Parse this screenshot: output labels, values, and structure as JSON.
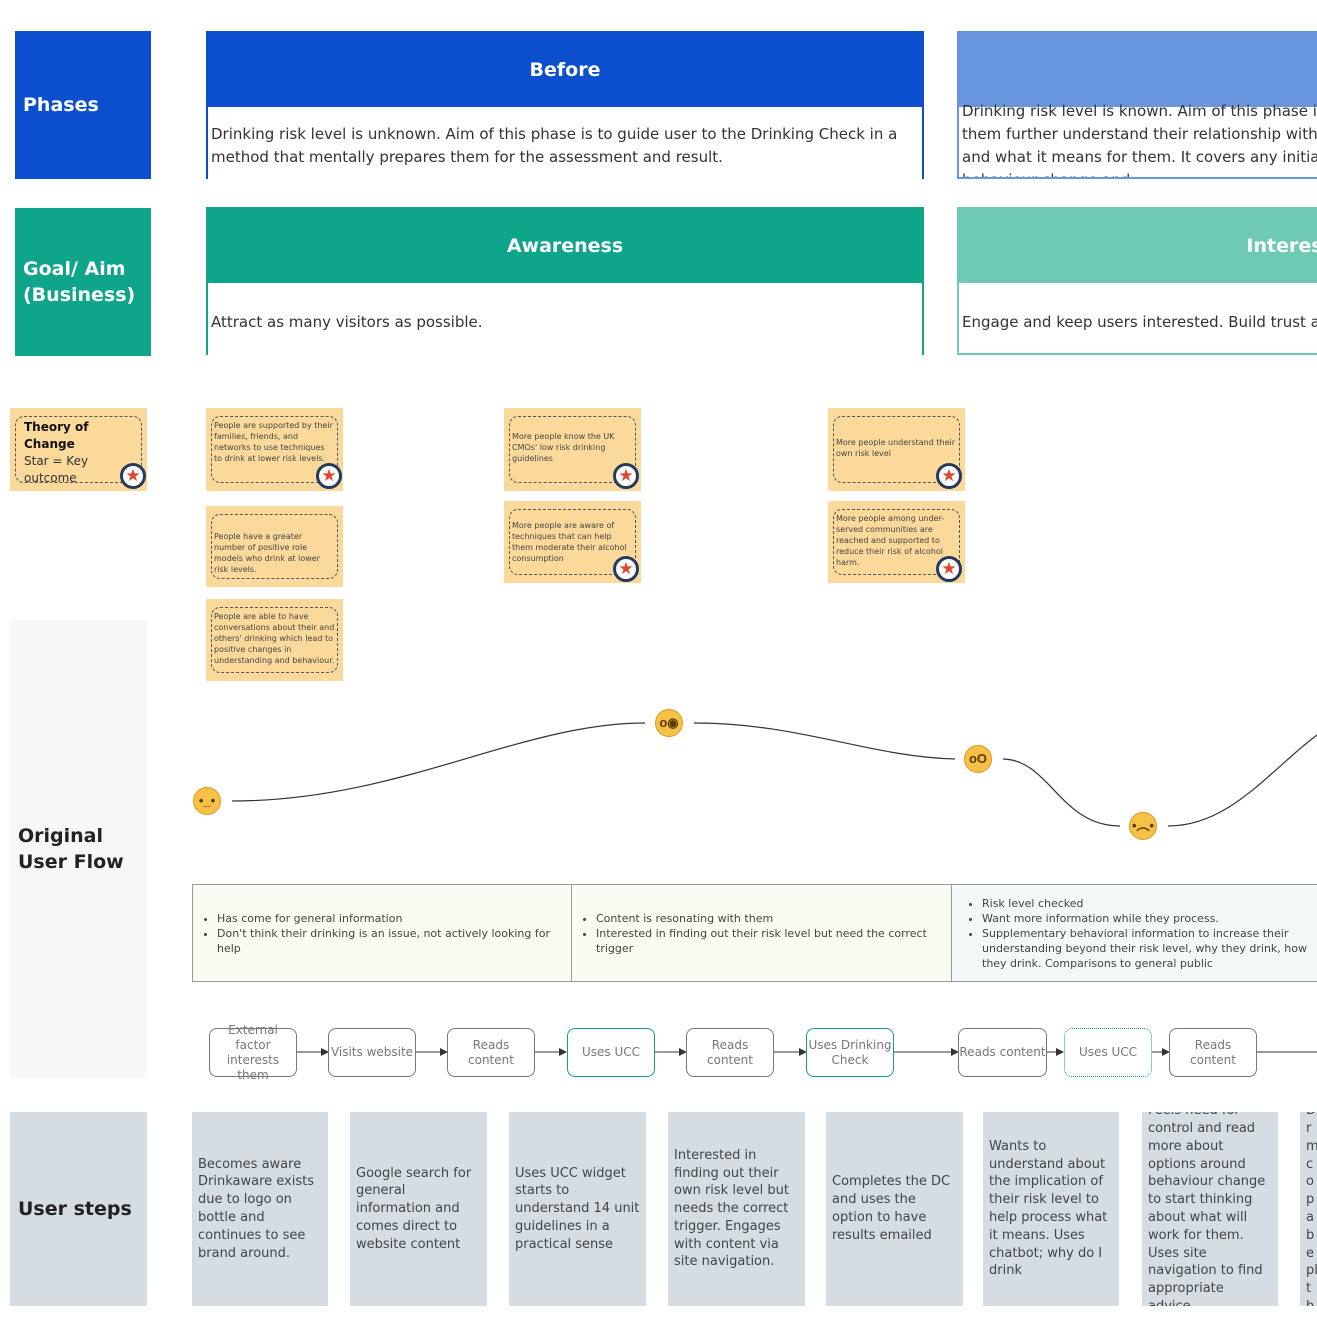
{
  "rows": {
    "phases_label": "Phases",
    "goal_label_line1": "Goal/ Aim",
    "goal_label_line2": "(Business)",
    "flow_label_line1": "Original",
    "flow_label_line2": "User Flow",
    "steps_label": "User steps"
  },
  "phases": [
    {
      "title": "Before",
      "description": "Drinking risk level is unknown. Aim of this phase is to guide user to the Drinking Check in a method that mentally prepares them for the assessment and result."
    },
    {
      "title": "",
      "description": "Drinking risk level is known. Aim of this phase is to help them further understand their relationship with alcohol and what it means for them. It covers any initial behaviour change and"
    }
  ],
  "goals": [
    {
      "title": "Awareness",
      "description": "Attract as many visitors as possible."
    },
    {
      "title": "Interest",
      "description": "Engage and keep users interested. Build trust and"
    }
  ],
  "theory": {
    "title": "Theory of Change",
    "subtitle": "Star = Key outcome"
  },
  "stickies": [
    "People are supported by their families, friends, and networks to use techniques to drink at lower risk levels.",
    "People have a greater number of positive role models who drink at lower risk levels.",
    "People are able to have conversations about their and others' drinking which lead to positive changes in understanding and behaviour.",
    "More people know the UK CMOs' low risk drinking guidelines",
    "More people are aware of techniques that can help them moderate their alcohol consumption",
    "More people understand their own risk level",
    "More people among under-served communities are reached and supported to reduce their risk of alcohol harm."
  ],
  "emotions": [
    "neutral-face-icon",
    "monocle-face-icon",
    "exploding-head-icon",
    "confused-face-icon"
  ],
  "feelings": [
    [
      "Has come for general information",
      "Don't think their drinking is an issue, not actively looking for help"
    ],
    [
      "Content is resonating with them",
      "Interested in finding out their risk level but need the correct trigger"
    ],
    [
      "Risk level checked",
      "Want more information while they process.",
      "Supplementary behavioral information to increase their understanding beyond their risk level, why they drink, how they drink. Comparisons to general public"
    ]
  ],
  "flow": [
    {
      "label": "External factor interests them",
      "accent": false
    },
    {
      "label": "Visits website",
      "accent": false
    },
    {
      "label": "Reads content",
      "accent": false
    },
    {
      "label": "Uses UCC",
      "accent": true
    },
    {
      "label": "Reads content",
      "accent": false
    },
    {
      "label": "Uses Drinking Check",
      "accent": true
    },
    {
      "label": "Reads content",
      "accent": false
    },
    {
      "label": "Uses UCC",
      "accent": true
    },
    {
      "label": "Reads content",
      "accent": false
    }
  ],
  "steps": [
    "Becomes aware Drinkaware exists due to logo on bottle and continues to see brand around.",
    "Google search for general information and comes direct to website content",
    "Uses UCC widget starts to understand 14 unit guidelines in a practical sense",
    "Interested in finding out their own risk level but needs the correct trigger. Engages with content via site navigation.",
    "Completes the DC and uses the option to have results emailed",
    "Wants to understand about the implication of their risk level to help process what it means. Uses chatbot; why do I drink",
    "Feels need for control and read more about options around behaviour change to start thinking about what will work for them. Uses site navigation to find appropriate advice.",
    "Dr m co pa be pl th"
  ],
  "colors": {
    "phase_primary": "#0b4fcf",
    "phase_secondary": "#6795de",
    "goal_primary": "#0fa58a",
    "goal_secondary": "#6fcab5",
    "sticky": "#fbd99b",
    "step_bg": "#d6dde2",
    "star": "#e0452e"
  }
}
